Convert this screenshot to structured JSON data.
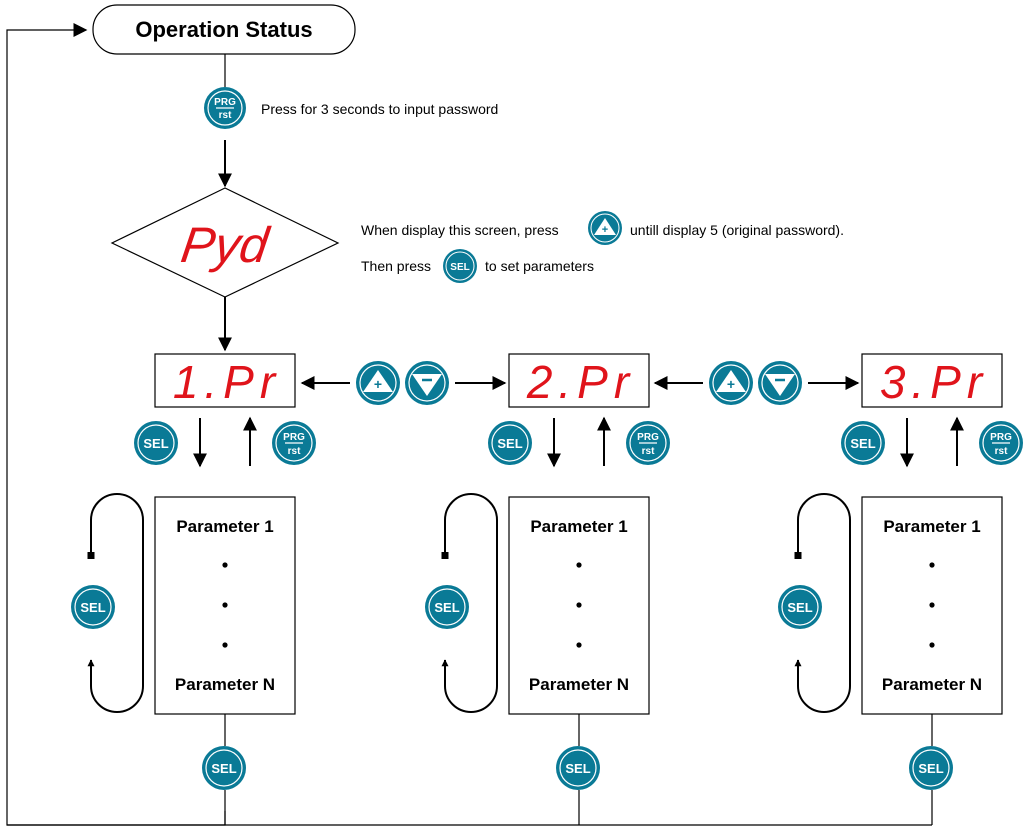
{
  "start": {
    "label": "Operation Status"
  },
  "step1": {
    "text": "Press for 3 seconds to input password"
  },
  "password": {
    "display": "Pyd",
    "line1_a": "When display this screen, press",
    "line1_b": "untill display 5 (original password).",
    "line2_a": "Then press",
    "line2_b": "to set parameters"
  },
  "menus": [
    {
      "display": "1.Pr",
      "param_first": "Parameter 1",
      "param_last": "Parameter N"
    },
    {
      "display": "2.Pr",
      "param_first": "Parameter 1",
      "param_last": "Parameter N"
    },
    {
      "display": "3.Pr",
      "param_first": "Parameter 1",
      "param_last": "Parameter N"
    }
  ],
  "buttons": {
    "sel": "SEL",
    "prg_top": "PRG",
    "prg_bottom": "rst",
    "up_icon": "up-arrow-icon",
    "down_icon": "down-arrow-icon"
  },
  "colors": {
    "button_fill": "#0a7a96",
    "display_red": "#e0141b",
    "line": "#000000"
  }
}
